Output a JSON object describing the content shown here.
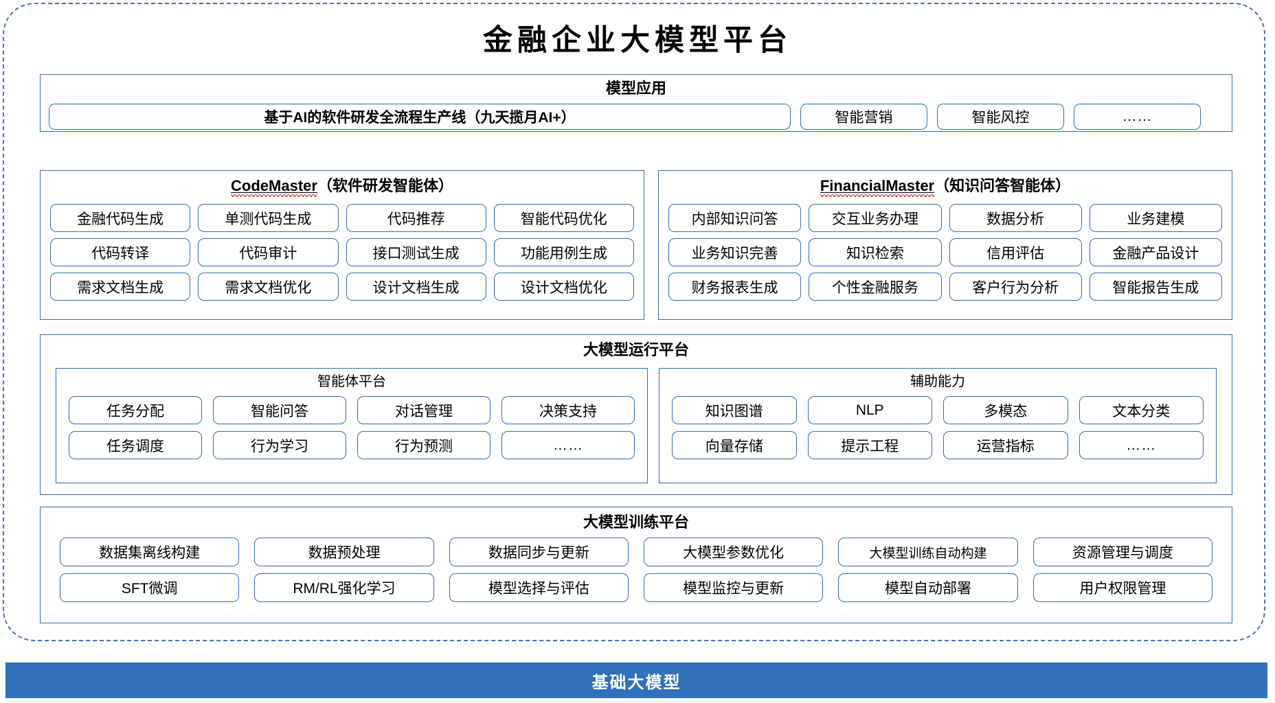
{
  "title": "金融企业大模型平台",
  "sections": {
    "model_application": {
      "heading": "模型应用",
      "primary": "基于AI的软件研发全流程生产线（九天揽月AI+）",
      "items": [
        "智能营销",
        "智能风控",
        "……"
      ]
    },
    "code_master": {
      "name": "CodeMaster",
      "suffix": "（软件研发智能体）",
      "items": [
        "金融代码生成",
        "单测代码生成",
        "代码推荐",
        "智能代码优化",
        "代码转译",
        "代码审计",
        "接口测试生成",
        "功能用例生成",
        "需求文档生成",
        "需求文档优化",
        "设计文档生成",
        "设计文档优化"
      ]
    },
    "financial_master": {
      "name": "FinancialMaster",
      "suffix": "（知识问答智能体）",
      "items": [
        "内部知识问答",
        "交互业务办理",
        "数据分析",
        "业务建模",
        "业务知识完善",
        "知识检索",
        "信用评估",
        "金融产品设计",
        "财务报表生成",
        "个性金融服务",
        "客户行为分析",
        "智能报告生成"
      ]
    },
    "run_platform": {
      "heading": "大模型运行平台",
      "agent_platform": {
        "heading": "智能体平台",
        "items": [
          "任务分配",
          "智能问答",
          "对话管理",
          "决策支持",
          "任务调度",
          "行为学习",
          "行为预测",
          "……"
        ]
      },
      "aux_capability": {
        "heading": "辅助能力",
        "items": [
          "知识图谱",
          "NLP",
          "多模态",
          "文本分类",
          "向量存储",
          "提示工程",
          "运营指标",
          "……"
        ]
      }
    },
    "train_platform": {
      "heading": "大模型训练平台",
      "items": [
        "数据集离线构建",
        "数据预处理",
        "数据同步与更新",
        "大模型参数优化",
        "大模型训练自动构建",
        "资源管理与调度",
        "SFT微调",
        "RM/RL强化学习",
        "模型选择与评估",
        "模型监控与更新",
        "模型自动部署",
        "用户权限管理"
      ]
    },
    "foundation": {
      "label": "基础大模型"
    }
  },
  "colors": {
    "border_blue": "#2E6DB4",
    "dashed_blue": "#4472C4",
    "banner_blue": "#3071B9",
    "spell_red": "#E03131",
    "text": "#000000",
    "banner_text": "#FFFFFF"
  }
}
